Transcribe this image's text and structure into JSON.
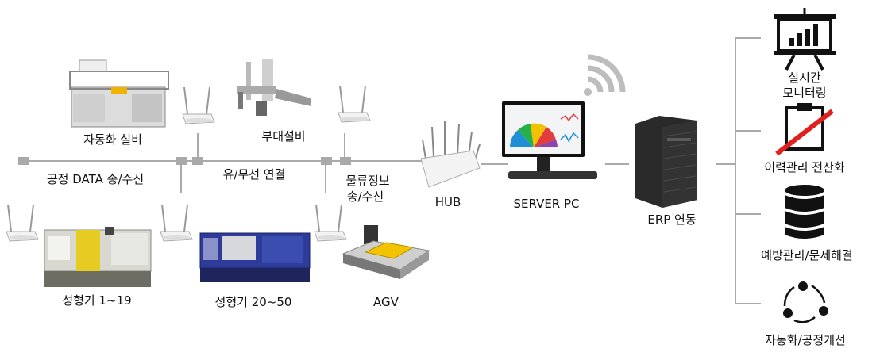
{
  "labels": {
    "auto_equipment": "자동화 설비",
    "aux_equipment": "부대설비",
    "process_data": "공정 DATA 송/수신",
    "wired_wireless": "유/무선 연결",
    "logistics_l1": "물류정보",
    "logistics_l2": "송/수신",
    "hub": "HUB",
    "server_pc": "SERVER PC",
    "erp": "ERP 연동",
    "molding_1_19": "성형기 1~19",
    "molding_20_50": "성형기 20~50",
    "agv": "AGV"
  },
  "features": [
    {
      "icon": "presentation-chart-icon",
      "l1": "실시간",
      "l2": "모니터링"
    },
    {
      "icon": "clipboard-crossed-icon",
      "l1": "이력관리 전산화",
      "l2": ""
    },
    {
      "icon": "database-icon",
      "l1": "예방관리/문제해결",
      "l2": ""
    },
    {
      "icon": "cycle-icon",
      "l1": "자동화/공정개선",
      "l2": ""
    }
  ],
  "colors": {
    "line": "#aaaaaa",
    "node": "#a9a9a9",
    "red": "#e0201c",
    "server": "#2a2a2a"
  }
}
